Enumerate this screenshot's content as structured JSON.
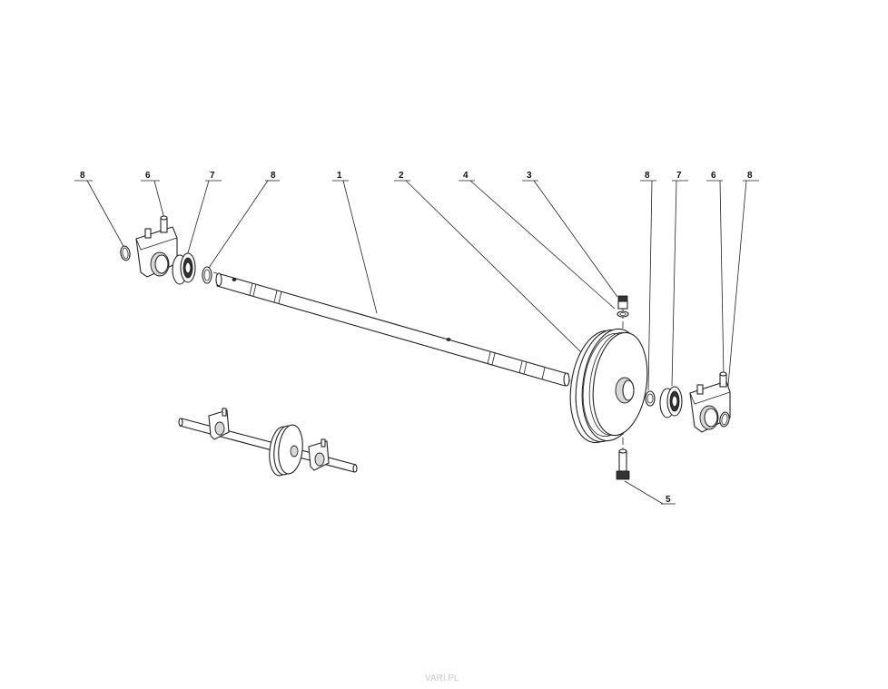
{
  "diagram": {
    "callouts": {
      "left_ring_outer": "8",
      "left_bracket": "6",
      "left_bearing": "7",
      "left_ring_inner": "8",
      "shaft": "1",
      "pulley": "2",
      "pulley_nut": "4",
      "pulley_screw": "3",
      "right_ring_inner": "8",
      "right_bearing": "7",
      "right_bracket": "6",
      "right_ring_outer": "8",
      "bottom_bolt": "5"
    },
    "watermark": "VARI.PL"
  }
}
